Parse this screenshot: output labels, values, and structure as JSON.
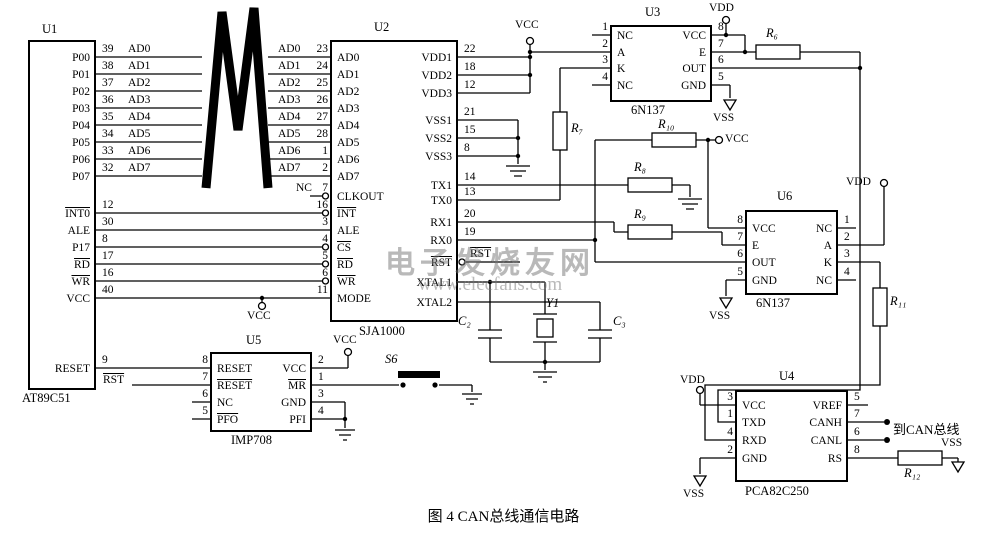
{
  "caption": "图 4  CAN总线通信电路",
  "watermark": {
    "title": "电子发烧友网",
    "url": "www.elecfans.com"
  },
  "nets": {
    "vcc": "VCC",
    "vdd": "VDD",
    "vss": "VSS",
    "rst": "RST",
    "to_can": "到CAN总线"
  },
  "components": {
    "r6": "R₆",
    "r7": "R₇",
    "r8": "R₈",
    "r9": "R₉",
    "r10": "R₁₀",
    "r11": "R₁₁",
    "r12": "R₁₂",
    "c2": "C₂",
    "c3": "C₃",
    "y1": "Y1",
    "s6": "S6"
  },
  "chips": {
    "u1": {
      "ref": "U1",
      "part": "AT89C51",
      "right_pins": [
        {
          "label": "P00",
          "num": "39",
          "net": "AD0"
        },
        {
          "label": "P01",
          "num": "38",
          "net": "AD1"
        },
        {
          "label": "P02",
          "num": "37",
          "net": "AD2"
        },
        {
          "label": "P03",
          "num": "36",
          "net": "AD3"
        },
        {
          "label": "P04",
          "num": "35",
          "net": "AD4"
        },
        {
          "label": "P05",
          "num": "34",
          "net": "AD5"
        },
        {
          "label": "P06",
          "num": "33",
          "net": "AD6"
        },
        {
          "label": "P07",
          "num": "32",
          "net": "AD7"
        },
        {
          "label": "INT0",
          "bar": true,
          "num": "12"
        },
        {
          "label": "ALE",
          "num": "30"
        },
        {
          "label": "P17",
          "num": "8"
        },
        {
          "label": "RD",
          "bar": true,
          "num": "17"
        },
        {
          "label": "WR",
          "bar": true,
          "num": "16"
        },
        {
          "label": "VCC",
          "num": "40"
        },
        {
          "label": "RESET",
          "num": "9"
        }
      ]
    },
    "u2": {
      "ref": "U2",
      "part": "SJA1000",
      "left_pins": [
        {
          "label": "AD0",
          "num": "23",
          "net": "AD0"
        },
        {
          "label": "AD1",
          "num": "24",
          "net": "AD1"
        },
        {
          "label": "AD2",
          "num": "25",
          "net": "AD2"
        },
        {
          "label": "AD3",
          "num": "26",
          "net": "AD3"
        },
        {
          "label": "AD4",
          "num": "27",
          "net": "AD4"
        },
        {
          "label": "AD5",
          "num": "28",
          "net": "AD5"
        },
        {
          "label": "AD6",
          "num": "1",
          "net": "AD6"
        },
        {
          "label": "AD7",
          "num": "2",
          "net": "AD7"
        },
        {
          "label": "CLKOUT",
          "num": "7",
          "net": "NC",
          "ndx": 36
        },
        {
          "label": "INT",
          "bar": true,
          "num": "16"
        },
        {
          "label": "ALE",
          "num": "3"
        },
        {
          "label": "CS",
          "bar": true,
          "num": "4"
        },
        {
          "label": "RD",
          "bar": true,
          "num": "5"
        },
        {
          "label": "WR",
          "bar": true,
          "num": "6"
        },
        {
          "label": "MODE",
          "num": "11"
        }
      ],
      "right_pins": [
        {
          "label": "VDD1",
          "num": "22"
        },
        {
          "label": "VDD2",
          "num": "18"
        },
        {
          "label": "VDD3",
          "num": "12"
        },
        {
          "label": "VSS1",
          "num": "21"
        },
        {
          "label": "VSS2",
          "num": "15"
        },
        {
          "label": "VSS3",
          "num": "8"
        },
        {
          "label": "TX1",
          "num": "14"
        },
        {
          "label": "TX0",
          "num": "13"
        },
        {
          "label": "RX1",
          "num": "20"
        },
        {
          "label": "RX0",
          "num": "19"
        },
        {
          "label": "RST",
          "bar": true,
          "net": "RST",
          "netbar": true,
          "ndx": 10
        },
        {
          "label": "XTAL1"
        },
        {
          "label": "XTAL2"
        }
      ]
    },
    "u3": {
      "ref": "U3",
      "part": "6N137",
      "left_pins": [
        {
          "label": "NC",
          "num": "1"
        },
        {
          "label": "A",
          "num": "2"
        },
        {
          "label": "K",
          "num": "3"
        },
        {
          "label": "NC",
          "num": "4"
        }
      ],
      "right_pins": [
        {
          "label": "VCC",
          "num": "8"
        },
        {
          "label": "E",
          "num": "7"
        },
        {
          "label": "OUT",
          "num": "6"
        },
        {
          "label": "GND",
          "num": "5"
        }
      ]
    },
    "u6": {
      "ref": "U6",
      "part": "6N137",
      "left_pins": [
        {
          "label": "VCC",
          "num": "8"
        },
        {
          "label": "E",
          "num": "7"
        },
        {
          "label": "OUT",
          "num": "6"
        },
        {
          "label": "GND",
          "num": "5"
        }
      ],
      "right_pins": [
        {
          "label": "NC",
          "num": "1"
        },
        {
          "label": "A",
          "num": "2"
        },
        {
          "label": "K",
          "num": "3"
        },
        {
          "label": "NC",
          "num": "4"
        }
      ]
    },
    "u4": {
      "ref": "U4",
      "part": "PCA82C250",
      "left_pins": [
        {
          "label": "VCC",
          "num": "3"
        },
        {
          "label": "TXD",
          "num": "1"
        },
        {
          "label": "RXD",
          "num": "4"
        },
        {
          "label": "GND",
          "num": "2"
        }
      ],
      "right_pins": [
        {
          "label": "VREF",
          "num": "5"
        },
        {
          "label": "CANH",
          "num": "7"
        },
        {
          "label": "CANL",
          "num": "6"
        },
        {
          "label": "RS",
          "num": "8"
        }
      ]
    },
    "u5": {
      "ref": "U5",
      "part": "IMP708",
      "left_pins": [
        {
          "label": "RESET",
          "num": "8"
        },
        {
          "label": "RESET",
          "bar": true,
          "num": "7"
        },
        {
          "label": "NC",
          "num": "6"
        },
        {
          "label": "PFO",
          "bar": true,
          "num": "5"
        }
      ],
      "right_pins": [
        {
          "label": "VCC",
          "num": "2"
        },
        {
          "label": "MR",
          "bar": true,
          "num": "1"
        },
        {
          "label": "GND",
          "num": "3"
        },
        {
          "label": "PFI",
          "num": "4"
        }
      ]
    }
  }
}
